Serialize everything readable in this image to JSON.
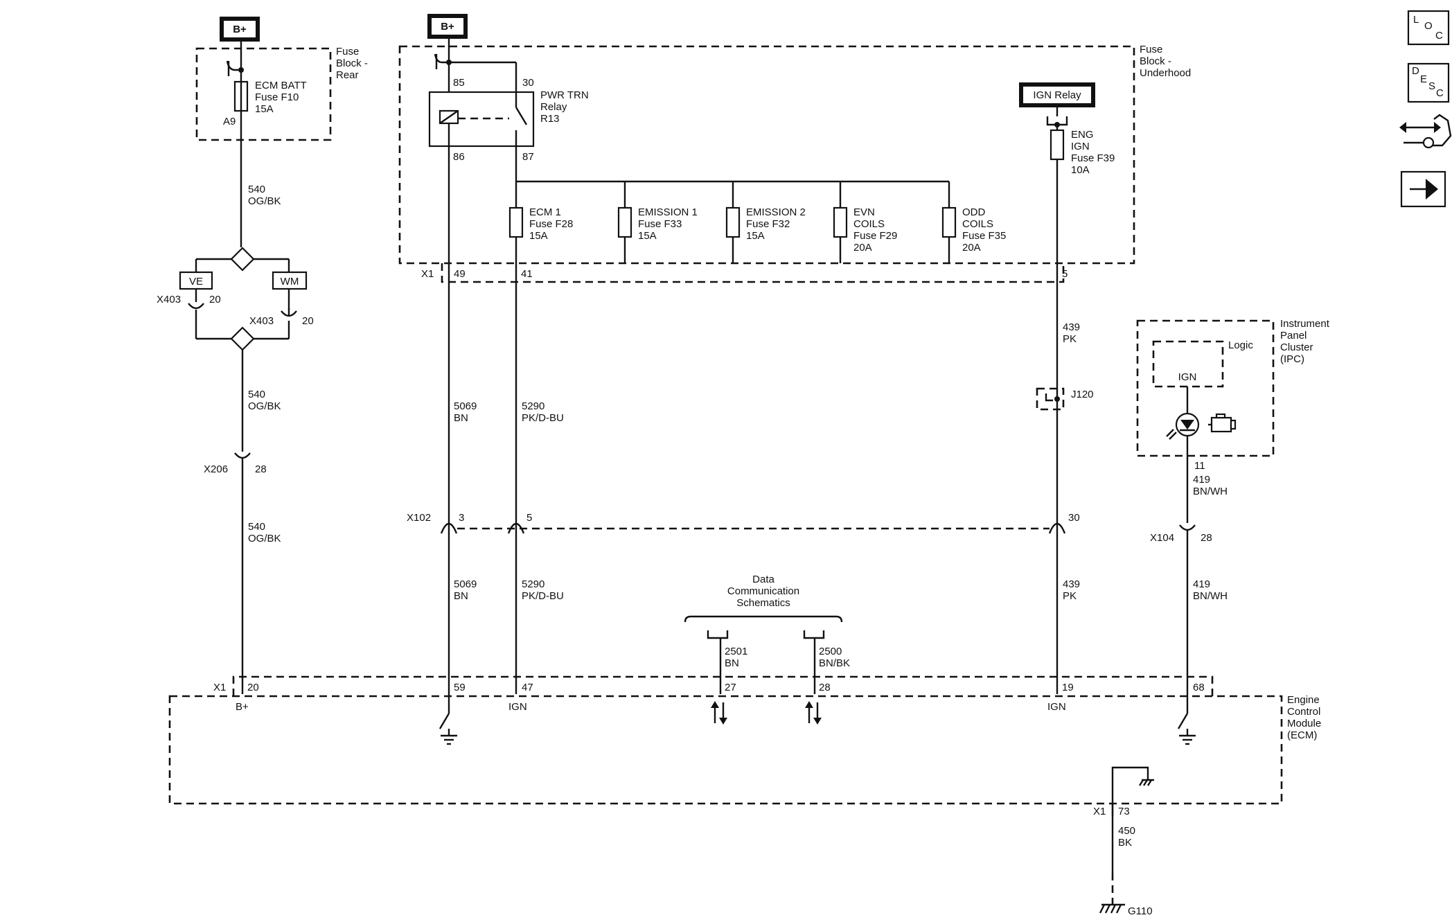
{
  "power": {
    "b_plus_left": "B+",
    "b_plus_mid": "B+",
    "ign_relay": "IGN Relay"
  },
  "fuse_block_rear": {
    "label": [
      "Fuse",
      "Block -",
      "Rear"
    ],
    "fuse": [
      "ECM BATT",
      "Fuse F10",
      "15A"
    ],
    "pin": "A9"
  },
  "fuse_block_underhood": {
    "label": [
      "Fuse",
      "Block -",
      "Underhood"
    ]
  },
  "relay": {
    "label": [
      "PWR TRN",
      "Relay",
      "R13"
    ],
    "pins": {
      "p85": "85",
      "p30": "30",
      "p86": "86",
      "p87": "87"
    }
  },
  "fuses": [
    {
      "lines": [
        "ECM 1",
        "Fuse F28",
        "15A"
      ]
    },
    {
      "lines": [
        "EMISSION 1",
        "Fuse F33",
        "15A"
      ]
    },
    {
      "lines": [
        "EMISSION 2",
        "Fuse F32",
        "15A"
      ]
    },
    {
      "lines": [
        "EVN",
        "COILS",
        "Fuse F29",
        "20A"
      ]
    },
    {
      "lines": [
        "ODD",
        "COILS",
        "Fuse F35",
        "20A"
      ]
    }
  ],
  "eng_ign_fuse": {
    "lines": [
      "ENG",
      "IGN",
      "Fuse F39",
      "10A"
    ]
  },
  "x1_upper": {
    "label": "X1",
    "pin_49": "49",
    "pin_41": "41",
    "pin_5": "5"
  },
  "wires": {
    "w540a": [
      "540",
      "OG/BK"
    ],
    "w540b": [
      "540",
      "OG/BK"
    ],
    "w540c": [
      "540",
      "OG/BK"
    ],
    "w5069a": [
      "5069",
      "BN"
    ],
    "w5069b": [
      "5069",
      "BN"
    ],
    "w5290a": [
      "5290",
      "PK/D-BU"
    ],
    "w5290b": [
      "5290",
      "PK/D-BU"
    ],
    "w439a": [
      "439",
      "PK"
    ],
    "w439b": [
      "439",
      "PK"
    ],
    "w419a": [
      "419",
      "BN/WH"
    ],
    "w419b": [
      "419",
      "BN/WH"
    ],
    "w2501": [
      "2501",
      "BN"
    ],
    "w2500": [
      "2500",
      "BN/BK"
    ],
    "w450": [
      "450",
      "BK"
    ]
  },
  "splice": {
    "ve": "VE",
    "wm": "WM",
    "x403_left": "X403",
    "x403_left_pin": "20",
    "x403_right": "X403",
    "x403_right_pin": "20"
  },
  "connectors": {
    "x206": "X206",
    "x206_pin": "28",
    "x102": "X102",
    "x102_p3": "3",
    "x102_p5": "5",
    "x102_p30": "30",
    "x104": "X104",
    "x104_pin": "28",
    "j120": "J120"
  },
  "ipc": {
    "label": [
      "Instrument",
      "Panel",
      "Cluster",
      "(IPC)"
    ],
    "logic": "Logic",
    "ign": "IGN",
    "pin": "11"
  },
  "data_comm": {
    "lines": [
      "Data",
      "Communication",
      "Schematics"
    ]
  },
  "ecm": {
    "label": [
      "Engine",
      "Control",
      "Module",
      "(ECM)"
    ],
    "x1": "X1",
    "pins": {
      "p20": "20",
      "p59": "59",
      "p47": "47",
      "p27": "27",
      "p28": "28",
      "p19": "19",
      "p68": "68"
    },
    "b_plus": "B+",
    "ign_a": "IGN",
    "ign_b": "IGN",
    "x1_low": "X1",
    "pin_73": "73"
  },
  "ground": {
    "g110": "G110"
  },
  "nav": {
    "loc": [
      "L",
      "O",
      "C"
    ],
    "desc": [
      "D",
      "E",
      "S",
      "C"
    ]
  }
}
